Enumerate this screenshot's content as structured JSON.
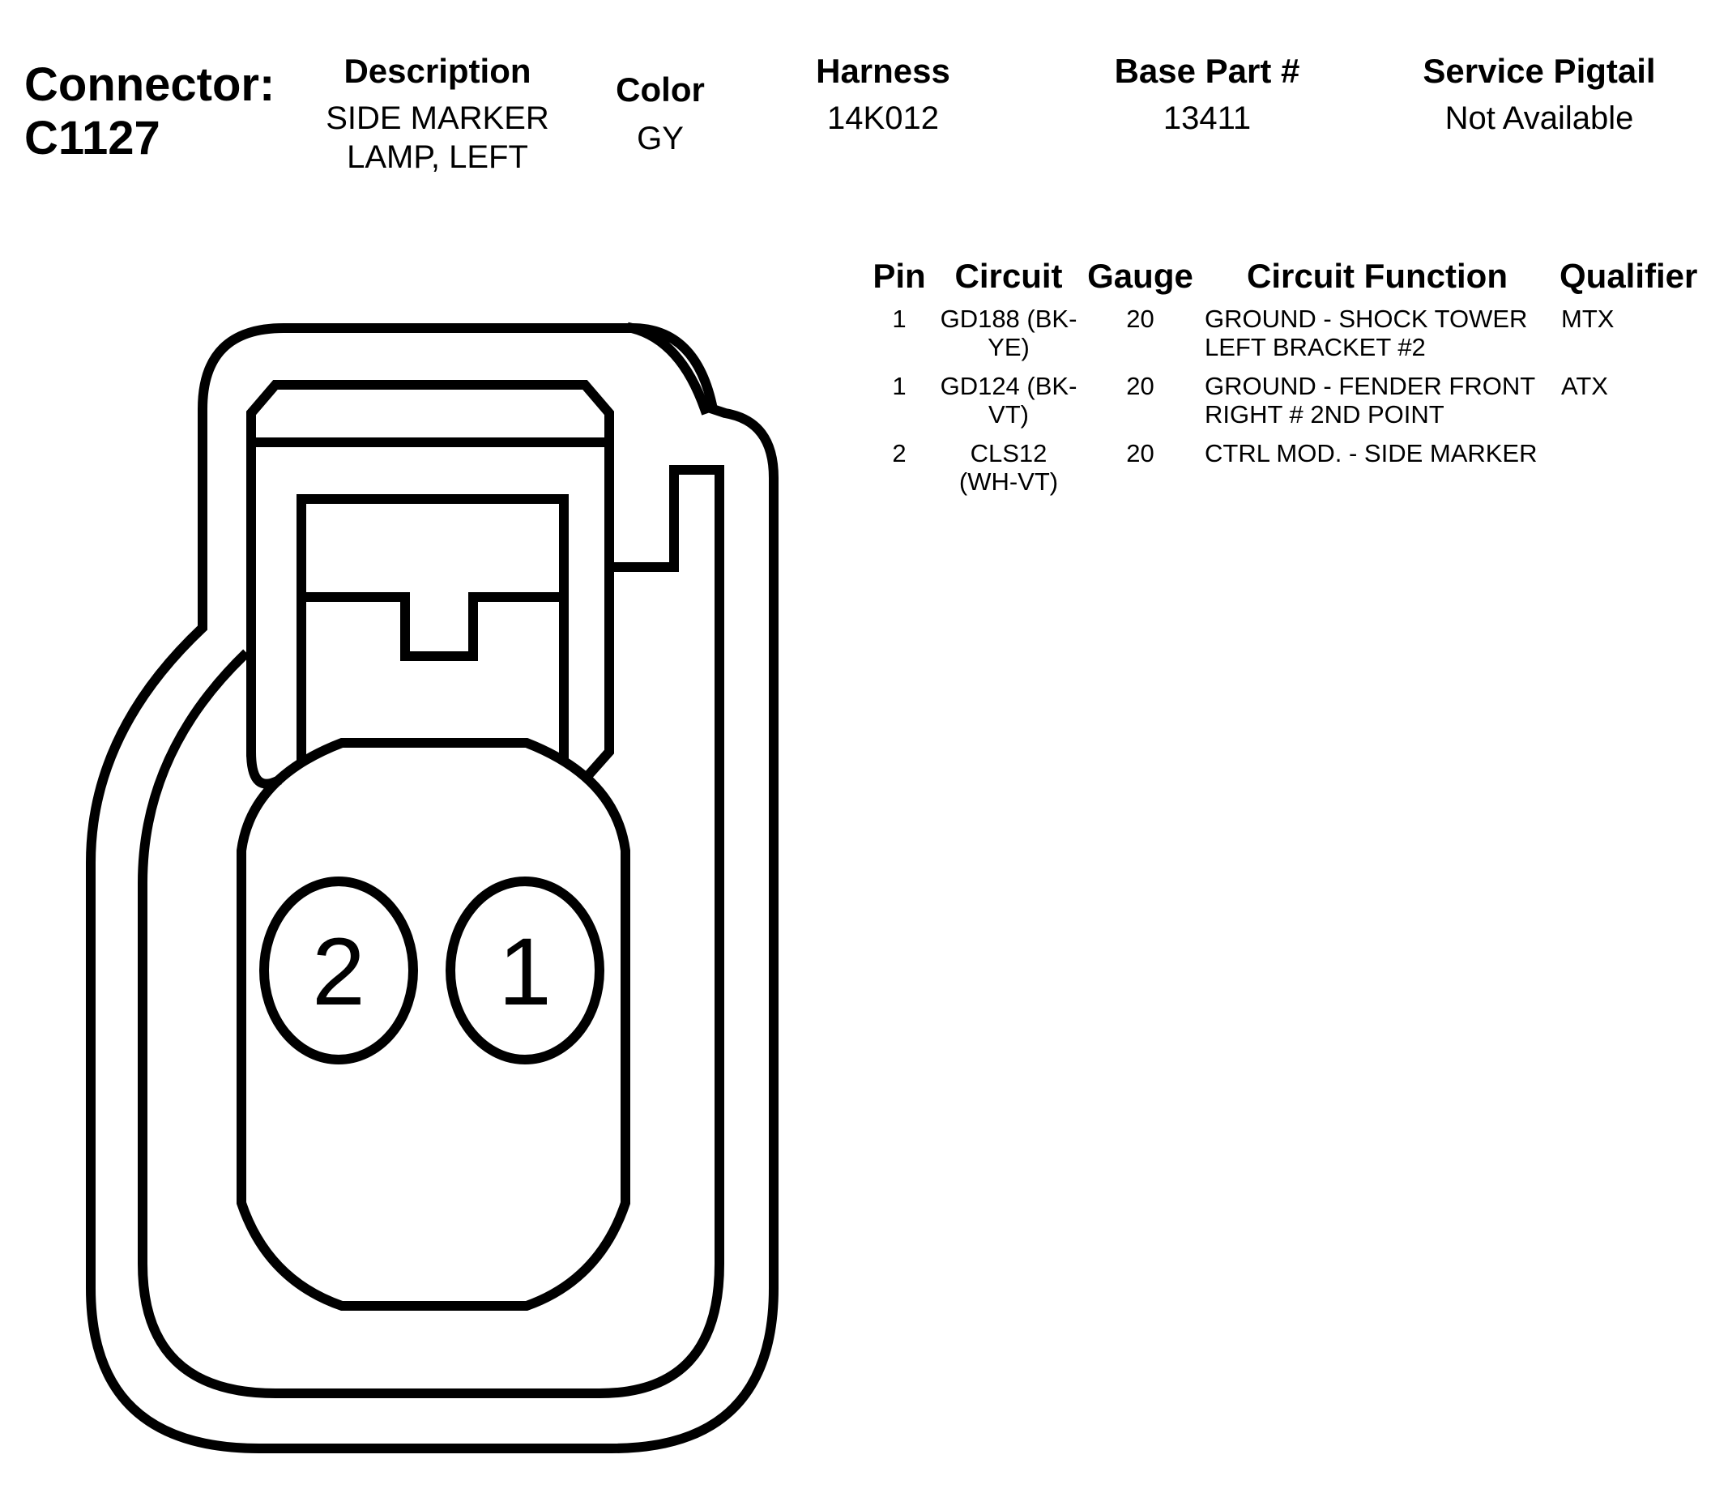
{
  "connector": {
    "label": "Connector:",
    "id": "C1127"
  },
  "header": {
    "description_title": "Description",
    "description_value": "SIDE MARKER\nLAMP, LEFT",
    "color_title": "Color",
    "color_value": "GY",
    "harness_title": "Harness",
    "harness_value": "14K012",
    "base_part_title": "Base Part #",
    "base_part_value": "13411",
    "service_pigtail_title": "Service Pigtail",
    "service_pigtail_value": "Not Available"
  },
  "pin_table": {
    "headers": [
      "Pin",
      "Circuit",
      "Gauge",
      "Circuit Function",
      "Qualifier"
    ],
    "rows": [
      {
        "pin": "1",
        "circuit": "GD188 (BK-\nYE)",
        "gauge": "20",
        "function": "GROUND - SHOCK TOWER\nLEFT BRACKET #2",
        "qualifier": "MTX"
      },
      {
        "pin": "1",
        "circuit": "GD124 (BK-\nVT)",
        "gauge": "20",
        "function": "GROUND - FENDER FRONT\nRIGHT # 2ND POINT",
        "qualifier": "ATX"
      },
      {
        "pin": "2",
        "circuit": "CLS12\n(WH-VT)",
        "gauge": "20",
        "function": "CTRL MOD. - SIDE MARKER",
        "qualifier": ""
      }
    ]
  },
  "diagram": {
    "pin_cavities": [
      "2",
      "1"
    ]
  }
}
